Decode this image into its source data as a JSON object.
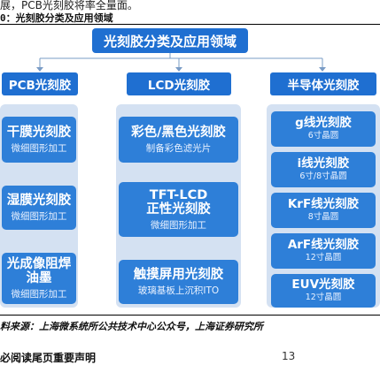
{
  "header": {
    "top_text": "展，PCB光刻胶将率全量面。",
    "figure_title": "0：光刻胶分类及应用领域"
  },
  "diagram": {
    "title": "光刻胶分类及应用领域",
    "colors": {
      "title_fill": "#1f6fd1",
      "panel_fill": "#d4e1f2",
      "box_fill": "#2e7fd8",
      "connector": "#7a9cc6"
    },
    "categories": [
      {
        "label": "PCB光刻胶",
        "items": [
          {
            "name": "干膜光刻胶",
            "desc": "微细图形加工"
          },
          {
            "name": "湿膜光刻胶",
            "desc": "微细图形加工"
          },
          {
            "name": "光成像阻焊",
            "name2": "油墨",
            "desc": "微细图形加工"
          }
        ]
      },
      {
        "label": "LCD光刻胶",
        "items": [
          {
            "name": "彩色/黑色光刻胶",
            "desc": "制备彩色滤光片"
          },
          {
            "name": "TFT-LCD",
            "name2": "正性光刻胶",
            "desc": "微细图形加工"
          },
          {
            "name": "触摸屏用光刻胶",
            "desc": "玻璃基板上沉积ITO"
          }
        ]
      },
      {
        "label": "半导体光刻胶",
        "items": [
          {
            "name": "g线光刻胶",
            "desc": "6寸晶圆"
          },
          {
            "name": "i线光刻胶",
            "desc": "6寸/8寸晶圆"
          },
          {
            "name": "KrF线光刻胶",
            "desc": "8寸晶圆"
          },
          {
            "name": "ArF线光刻胶",
            "desc": "12寸晶圆"
          },
          {
            "name": "EUV光刻胶",
            "desc": "12寸晶圆"
          }
        ]
      }
    ]
  },
  "source": "料来源：上海微系统所公共技术中心公众号，上海证券研究所",
  "footer": {
    "disclaimer": "必阅读尾页重要声明",
    "page_number": "13"
  }
}
